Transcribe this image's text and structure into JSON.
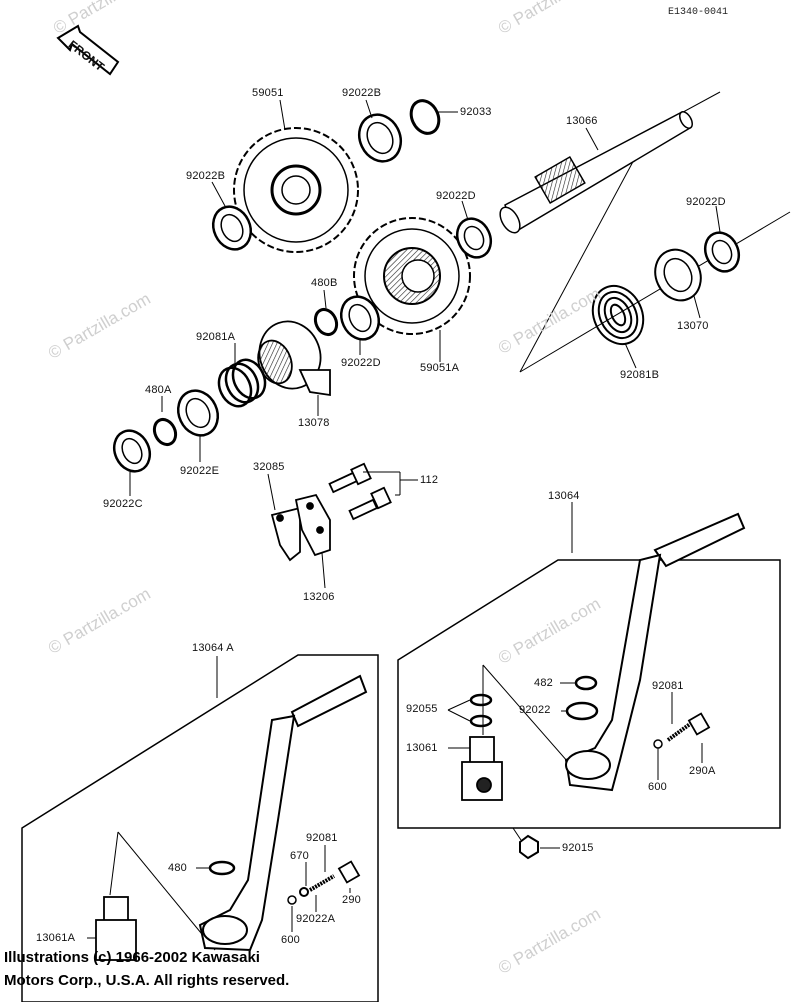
{
  "diagram_code": "E1340-0041",
  "front_label": "FRONT",
  "watermark": "© Partzilla.com",
  "copyright": {
    "line1": "Illustrations (c) 1966-2002 Kawasaki",
    "line2": "Motors Corp., U.S.A. All rights reserved."
  },
  "labels": {
    "p59051": "59051",
    "p92022B_top": "92022B",
    "p92033": "92033",
    "p13066": "13066",
    "p92022B_left": "92022B",
    "p92022D_mid": "92022D",
    "p92022D_right": "92022D",
    "p480B": "480B",
    "p92081A": "92081A",
    "p92022D_low": "92022D",
    "p59051A": "59051A",
    "p13070": "13070",
    "p92081B": "92081B",
    "p480A": "480A",
    "p13078": "13078",
    "p92022E": "92022E",
    "p92022C": "92022C",
    "p32085": "32085",
    "p112": "112",
    "p13206": "13206",
    "p13064": "13064",
    "p13064A": "13064 A",
    "p482": "482",
    "p92081_right": "92081",
    "p92055": "92055",
    "p92022_right": "92022",
    "p13061": "13061",
    "p290A": "290A",
    "p600_right": "600",
    "p92015": "92015",
    "p480_left": "480",
    "p92081_left": "92081",
    "p670": "670",
    "p290": "290",
    "p92022A": "92022A",
    "p600_left": "600",
    "p13061A": "13061A"
  }
}
